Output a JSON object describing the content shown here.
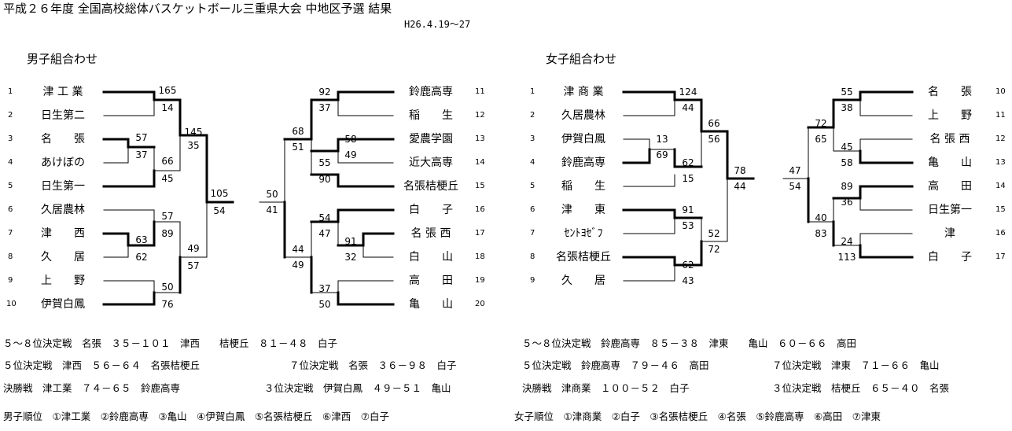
{
  "title": "平成２６年度 全国高校総体バスケットボール三重県大会 中地区予選 結果",
  "date": "H26.4.19～27",
  "boys": {
    "heading": "男子組合わせ",
    "left": {
      "seeds": [
        "1",
        "2",
        "3",
        "4",
        "5",
        "6",
        "7",
        "8",
        "9",
        "10"
      ],
      "teams": [
        "津 工 業",
        "日生第二",
        "名　　張",
        "あけぼの",
        "日生第一",
        "久居農林",
        "津　　西",
        "久　　居",
        "上　　野",
        "伊賀白鳳"
      ]
    },
    "right": {
      "seeds": [
        "11",
        "12",
        "13",
        "14",
        "15",
        "16",
        "17",
        "18",
        "19",
        "20"
      ],
      "teams": [
        "鈴鹿高専",
        "稲　　生",
        "愛農学園",
        "近大高専",
        "名張桔梗丘",
        "白　　子",
        "名 張 西",
        "白　　山",
        "高　　田",
        "亀　　山"
      ]
    },
    "scores": [
      "165",
      "14",
      "57",
      "37",
      "66",
      "45",
      "145",
      "35",
      "57",
      "89",
      "63",
      "62",
      "49",
      "57",
      "50",
      "76",
      "105",
      "54",
      "92",
      "37",
      "58",
      "49",
      "68",
      "51",
      "55",
      "90",
      "54",
      "47",
      "91",
      "32",
      "44",
      "49",
      "37",
      "50",
      "50",
      "41"
    ]
  },
  "girls": {
    "heading": "女子組合わせ",
    "left": {
      "seeds": [
        "1",
        "2",
        "3",
        "4",
        "5",
        "6",
        "7",
        "8",
        "9"
      ],
      "teams": [
        "津 商 業",
        "久居農林",
        "伊賀白鳳",
        "鈴鹿高専",
        "稲　　生",
        "津　　東",
        "ｾﾝﾄﾖｾﾞﾌ",
        "名張桔梗丘",
        "久　　居"
      ]
    },
    "right": {
      "seeds": [
        "10",
        "11",
        "12",
        "13",
        "14",
        "15",
        "16",
        "17"
      ],
      "teams": [
        "名　　張",
        "上　　野",
        "名 張 西",
        "亀　　山",
        "高　　田",
        "日生第一",
        "津",
        "白　　子"
      ]
    },
    "scores": [
      "124",
      "44",
      "13",
      "69",
      "62",
      "15",
      "66",
      "56",
      "91",
      "53",
      "62",
      "43",
      "52",
      "72",
      "78",
      "44",
      "55",
      "38",
      "45",
      "58",
      "72",
      "65",
      "89",
      "36",
      "24",
      "113",
      "40",
      "83",
      "47",
      "54"
    ]
  },
  "results": [
    "５～８位決定戦　名張　３５－１０１　津西　　桔梗丘　８１－４８　白子",
    "５位決定戦　津西　５６－６４　名張桔梗丘",
    "７位決定戦　名張　３６－９８　白子",
    "決勝戦　津工業　７４－６５　鈴鹿高専",
    "３位決定戦　伊賀白鳳　４９－５１　亀山",
    "５～８位決定戦　鈴鹿高専　８５－３８　津東　　亀山　６０－６６　高田",
    "５位決定戦　鈴鹿高専　７９－４６　高田",
    "７位決定戦　津東　７１－６６　亀山",
    "決勝戦　津商業　１００－５２　白子",
    "３位決定戦　桔梗丘　６５－４０　名張"
  ],
  "rankings": {
    "boys": "男子順位　①津工業　②鈴鹿高専　③亀山　④伊賀白鳳　⑤名張桔梗丘　⑥津西　⑦白子",
    "girls": "女子順位　①津商業　②白子　③名張桔梗丘　④名張　⑤鈴鹿高専　⑥高田　⑦津東"
  }
}
